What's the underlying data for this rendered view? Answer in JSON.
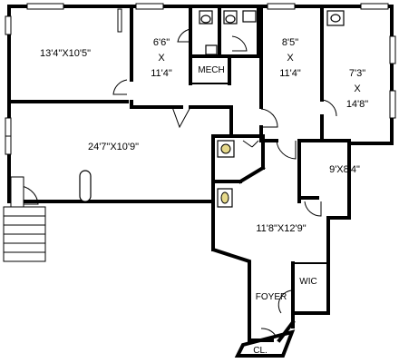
{
  "rooms": {
    "bedroom_nw": "13'4\"X10'5\"",
    "bedroom_mid": {
      "line1": "6'6\"",
      "line2": "X",
      "line3": "11'4\""
    },
    "bedroom_ne1": {
      "line1": "8'5\"",
      "line2": "X",
      "line3": "11'4\""
    },
    "bedroom_ne2": {
      "line1": "7'3\"",
      "line2": "X",
      "line3": "14'8\""
    },
    "living": "24'7\"X10'9\"",
    "room_east": "9'X8'4\"",
    "kitchen": "11'8\"X12'9\""
  },
  "labels": {
    "mech": "MECH",
    "wic": "WIC",
    "foyer": "FOYER",
    "closet": "CL."
  }
}
